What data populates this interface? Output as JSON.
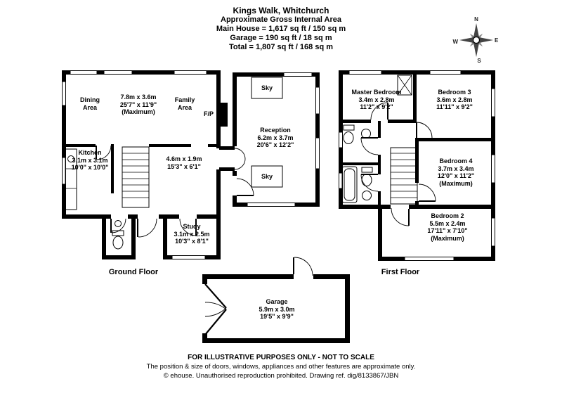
{
  "header": {
    "title": "Kings Walk, Whitchurch",
    "subtitle": "Approximate Gross Internal Area",
    "main_house": "Main House = 1,617 sq ft / 150 sq m",
    "garage": "Garage = 190 sq ft / 18 sq m",
    "total": "Total = 1,807 sq ft / 168 sq m"
  },
  "compass": {
    "north": "N",
    "east": "E",
    "south": "S",
    "west": "W"
  },
  "ground_floor": {
    "floor_label": "Ground Floor",
    "dining": {
      "name1": "Dining",
      "name2": "Area"
    },
    "dining_family_dims": {
      "metric": "7.8m x 3.6m",
      "imperial": "25'7\" x 11'9\"",
      "note": "(Maximum)"
    },
    "family": {
      "name1": "Family",
      "name2": "Area"
    },
    "fireplace": "F/P",
    "kitchen": {
      "name": "Kitchen",
      "metric": "3.1m x 3.1m",
      "imperial": "10'0\" x 10'0\""
    },
    "hallway": {
      "metric": "4.6m x 1.9m",
      "imperial": "15'3\" x 6'1\""
    },
    "study": {
      "name": "Study",
      "metric": "3.1m x 2.5m",
      "imperial": "10'3\" x 8'1\""
    },
    "reception": {
      "name": "Reception",
      "metric": "6.2m x 3.7m",
      "imperial": "20'6\" x 12'2\""
    },
    "sky_top": "Sky",
    "sky_bottom": "Sky"
  },
  "first_floor": {
    "floor_label": "First Floor",
    "master_bedroom": {
      "name": "Master Bedroom",
      "metric": "3.4m x 2.8m",
      "imperial": "11'2\" x 9'2\""
    },
    "bedroom3": {
      "name": "Bedroom 3",
      "metric": "3.6m x 2.8m",
      "imperial": "11'11\" x 9'2\""
    },
    "bedroom4": {
      "name": "Bedroom 4",
      "metric": "3.7m x 3.4m",
      "imperial": "12'0\" x 11'2\"",
      "note": "(Maximum)"
    },
    "bedroom2": {
      "name": "Bedroom 2",
      "metric": "5.5m x 2.4m",
      "imperial": "17'11\" x 7'10\"",
      "note": "(Maximum)"
    }
  },
  "garage": {
    "name": "Garage",
    "metric": "5.9m x 3.0m",
    "imperial": "19'5\" x 9'9\""
  },
  "footer": {
    "line1": "FOR ILLUSTRATIVE PURPOSES ONLY - NOT TO SCALE",
    "line2": "The position & size of doors, windows, appliances and other features are approximate only.",
    "line3": "© ehouse. Unauthorised reproduction prohibited. Drawing ref. dig/8133867/JBN"
  }
}
